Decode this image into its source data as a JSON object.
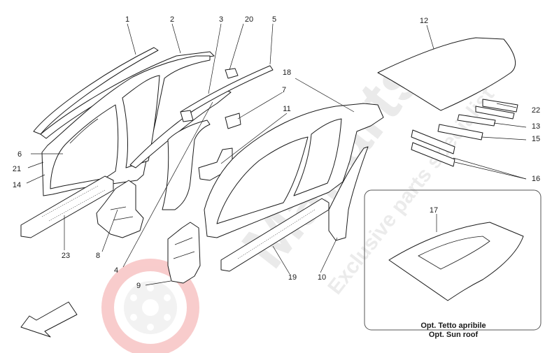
{
  "watermark": {
    "brand": "Maparts",
    "slogan": "Exclusive parts specialist",
    "logo_color": "#f4a3a3",
    "text_color": "#d9d9d9"
  },
  "callouts": {
    "c1": "1",
    "c2": "2",
    "c3": "3",
    "c4": "4",
    "c5": "5",
    "c6": "6",
    "c7": "7",
    "c8": "8",
    "c9": "9",
    "c10": "10",
    "c11": "11",
    "c12": "12",
    "c13": "13",
    "c14": "14",
    "c15": "15",
    "c16": "16",
    "c17": "17",
    "c18": "18",
    "c19": "19",
    "c20": "20",
    "c21": "21",
    "c22": "22",
    "c23": "23"
  },
  "option_box": {
    "line1": "Opt. Tetto apribile",
    "line2": "Opt. Sun roof"
  },
  "arrow": {
    "icon": "front-direction-arrow-icon"
  }
}
